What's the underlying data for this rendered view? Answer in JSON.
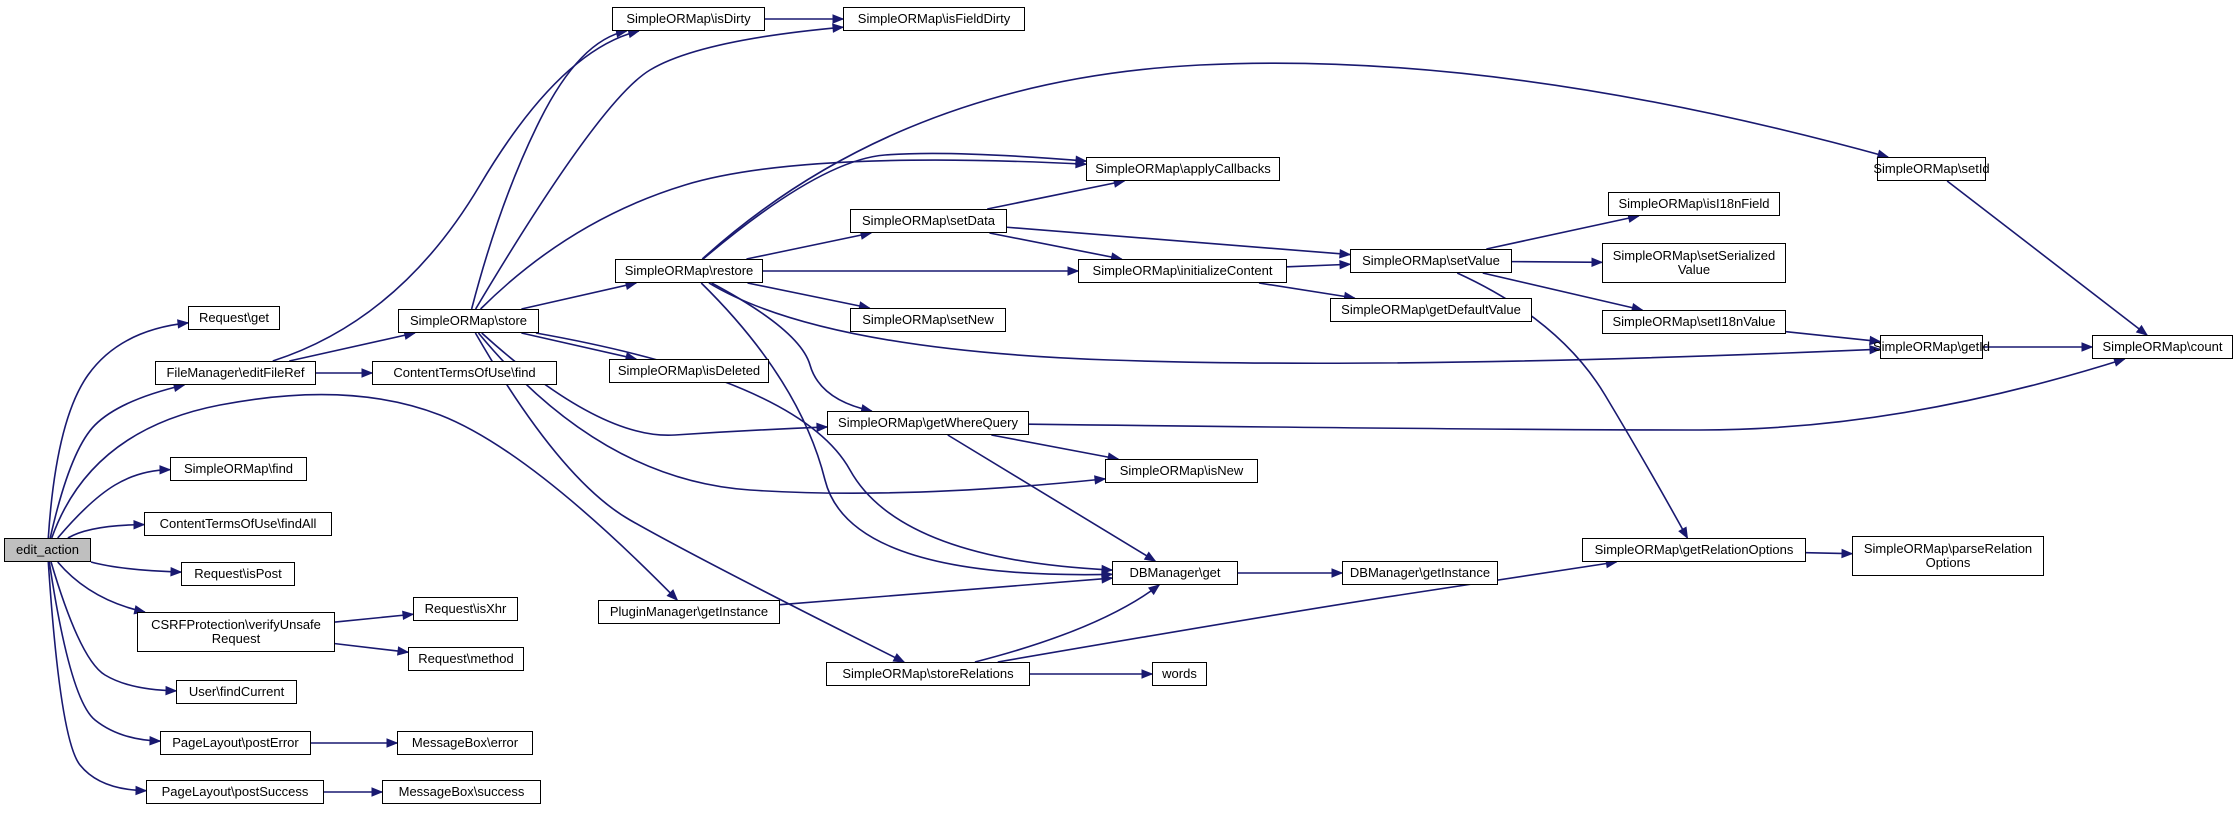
{
  "edge_color": "#191970",
  "root_fill": "#bfbfbf",
  "nodes": [
    {
      "id": "edit_action",
      "label": "edit_action",
      "root": true
    },
    {
      "id": "request_get",
      "label": "Request\\get"
    },
    {
      "id": "fm_editfileref",
      "label": "FileManager\\editFileRef"
    },
    {
      "id": "sorm_find",
      "label": "SimpleORMap\\find"
    },
    {
      "id": "ctou_findall",
      "label": "ContentTermsOfUse\\findAll"
    },
    {
      "id": "request_ispost",
      "label": "Request\\isPost"
    },
    {
      "id": "csrf_verify",
      "label": "CSRFProtection\\verifyUnsafe\nRequest"
    },
    {
      "id": "user_findcurrent",
      "label": "User\\findCurrent"
    },
    {
      "id": "pl_posterror",
      "label": "PageLayout\\postError"
    },
    {
      "id": "pl_postsuccess",
      "label": "PageLayout\\postSuccess"
    },
    {
      "id": "pm_getinstance",
      "label": "PluginManager\\getInstance"
    },
    {
      "id": "sorm_store",
      "label": "SimpleORMap\\store"
    },
    {
      "id": "ctou_find",
      "label": "ContentTermsOfUse\\find"
    },
    {
      "id": "request_isxhr",
      "label": "Request\\isXhr"
    },
    {
      "id": "request_method",
      "label": "Request\\method"
    },
    {
      "id": "mb_error",
      "label": "MessageBox\\error"
    },
    {
      "id": "mb_success",
      "label": "MessageBox\\success"
    },
    {
      "id": "sorm_isdirty",
      "label": "SimpleORMap\\isDirty"
    },
    {
      "id": "sorm_isfielddirty",
      "label": "SimpleORMap\\isFieldDirty"
    },
    {
      "id": "sorm_restore",
      "label": "SimpleORMap\\restore"
    },
    {
      "id": "sorm_isdeleted",
      "label": "SimpleORMap\\isDeleted"
    },
    {
      "id": "sorm_setdata",
      "label": "SimpleORMap\\setData"
    },
    {
      "id": "sorm_setnew",
      "label": "SimpleORMap\\setNew"
    },
    {
      "id": "sorm_getwherequery",
      "label": "SimpleORMap\\getWhereQuery"
    },
    {
      "id": "sorm_storerelations",
      "label": "SimpleORMap\\storeRelations"
    },
    {
      "id": "sorm_applycallbacks",
      "label": "SimpleORMap\\applyCallbacks"
    },
    {
      "id": "sorm_initializecontent",
      "label": "SimpleORMap\\initializeContent"
    },
    {
      "id": "sorm_isnew",
      "label": "SimpleORMap\\isNew"
    },
    {
      "id": "dbm_get",
      "label": "DBManager\\get"
    },
    {
      "id": "words",
      "label": "words"
    },
    {
      "id": "sorm_setvalue",
      "label": "SimpleORMap\\setValue"
    },
    {
      "id": "sorm_getdefaultvalue",
      "label": "SimpleORMap\\getDefaultValue"
    },
    {
      "id": "dbm_getinstance",
      "label": "DBManager\\getInstance"
    },
    {
      "id": "sorm_isi18nfield",
      "label": "SimpleORMap\\isI18nField"
    },
    {
      "id": "sorm_setserializedvalue",
      "label": "SimpleORMap\\setSerialized\nValue"
    },
    {
      "id": "sorm_seti18nvalue",
      "label": "SimpleORMap\\setI18nValue"
    },
    {
      "id": "sorm_getrelationoptions",
      "label": "SimpleORMap\\getRelationOptions"
    },
    {
      "id": "sorm_setid",
      "label": "SimpleORMap\\setId"
    },
    {
      "id": "sorm_getid",
      "label": "SimpleORMap\\getId"
    },
    {
      "id": "sorm_parserelationoptions",
      "label": "SimpleORMap\\parseRelation\nOptions"
    },
    {
      "id": "sorm_count",
      "label": "SimpleORMap\\count"
    }
  ],
  "edges": [
    [
      "edit_action",
      "request_get"
    ],
    [
      "edit_action",
      "fm_editfileref"
    ],
    [
      "edit_action",
      "sorm_find"
    ],
    [
      "edit_action",
      "ctou_findall"
    ],
    [
      "edit_action",
      "request_ispost"
    ],
    [
      "edit_action",
      "csrf_verify"
    ],
    [
      "edit_action",
      "user_findcurrent"
    ],
    [
      "edit_action",
      "pl_posterror"
    ],
    [
      "edit_action",
      "pl_postsuccess"
    ],
    [
      "edit_action",
      "pm_getinstance"
    ],
    [
      "fm_editfileref",
      "sorm_isdirty"
    ],
    [
      "fm_editfileref",
      "sorm_store"
    ],
    [
      "fm_editfileref",
      "ctou_find"
    ],
    [
      "csrf_verify",
      "request_isxhr"
    ],
    [
      "csrf_verify",
      "request_method"
    ],
    [
      "pl_posterror",
      "mb_error"
    ],
    [
      "pl_postsuccess",
      "mb_success"
    ],
    [
      "pm_getinstance",
      "dbm_get"
    ],
    [
      "sorm_isdirty",
      "sorm_isfielddirty"
    ],
    [
      "sorm_store",
      "sorm_isdirty"
    ],
    [
      "sorm_store",
      "sorm_isfielddirty"
    ],
    [
      "sorm_store",
      "sorm_applycallbacks"
    ],
    [
      "sorm_store",
      "sorm_restore"
    ],
    [
      "sorm_store",
      "sorm_isdeleted"
    ],
    [
      "sorm_store",
      "sorm_getwherequery"
    ],
    [
      "sorm_store",
      "sorm_isnew"
    ],
    [
      "sorm_store",
      "dbm_get"
    ],
    [
      "sorm_store",
      "sorm_storerelations"
    ],
    [
      "sorm_restore",
      "sorm_applycallbacks"
    ],
    [
      "sorm_restore",
      "sorm_setdata"
    ],
    [
      "sorm_restore",
      "sorm_initializecontent"
    ],
    [
      "sorm_restore",
      "sorm_setnew"
    ],
    [
      "sorm_restore",
      "sorm_getwherequery"
    ],
    [
      "sorm_restore",
      "dbm_get"
    ],
    [
      "sorm_restore",
      "sorm_setid"
    ],
    [
      "sorm_restore",
      "sorm_getid"
    ],
    [
      "sorm_setdata",
      "sorm_applycallbacks"
    ],
    [
      "sorm_setdata",
      "sorm_initializecontent"
    ],
    [
      "sorm_setdata",
      "sorm_setvalue"
    ],
    [
      "sorm_initializecontent",
      "sorm_setvalue"
    ],
    [
      "sorm_initializecontent",
      "sorm_getdefaultvalue"
    ],
    [
      "sorm_getwherequery",
      "sorm_isnew"
    ],
    [
      "sorm_getwherequery",
      "dbm_get"
    ],
    [
      "sorm_getwherequery",
      "sorm_count"
    ],
    [
      "sorm_storerelations",
      "dbm_get"
    ],
    [
      "sorm_storerelations",
      "words"
    ],
    [
      "sorm_storerelations",
      "sorm_getrelationoptions"
    ],
    [
      "dbm_get",
      "dbm_getinstance"
    ],
    [
      "sorm_setvalue",
      "sorm_isi18nfield"
    ],
    [
      "sorm_setvalue",
      "sorm_setserializedvalue"
    ],
    [
      "sorm_setvalue",
      "sorm_seti18nvalue"
    ],
    [
      "sorm_setvalue",
      "sorm_getrelationoptions"
    ],
    [
      "sorm_seti18nvalue",
      "sorm_getid"
    ],
    [
      "sorm_getrelationoptions",
      "sorm_parserelationoptions"
    ],
    [
      "sorm_setid",
      "sorm_count"
    ],
    [
      "sorm_getid",
      "sorm_count"
    ]
  ]
}
